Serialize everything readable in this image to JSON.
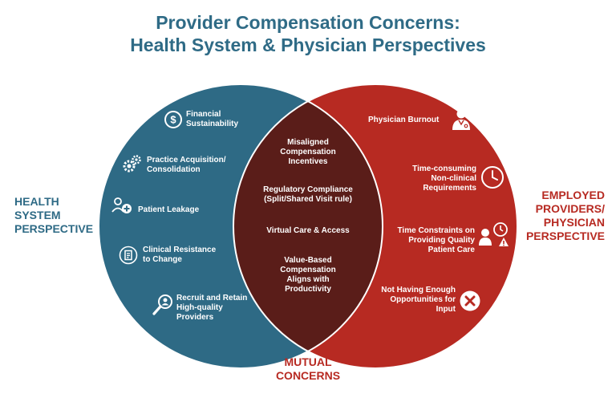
{
  "title": {
    "line1": "Provider Compensation Concerns:",
    "line2": "Health System & Physician Perspectives"
  },
  "left_circle": {
    "label": [
      "HEALTH",
      "SYSTEM",
      "PERSPECTIVE"
    ],
    "color": "#2e6a85",
    "items": [
      {
        "text": "Financial\nSustainability",
        "icon": "dollar-coin-icon"
      },
      {
        "text": "Practice Acquisition/\nConsolidation",
        "icon": "gears-icon"
      },
      {
        "text": "Patient Leakage",
        "icon": "patient-plus-icon"
      },
      {
        "text": "Clinical Resistance\nto Change",
        "icon": "clipboard-icon"
      },
      {
        "text": "Recruit and Retain\nHigh-quality\nProviders",
        "icon": "magnifier-person-icon"
      }
    ]
  },
  "overlap": {
    "label": [
      "MUTUAL",
      "CONCERNS"
    ],
    "color": "#5a1d19",
    "items": [
      "Misaligned\nCompensation\nIncentives",
      "Regulatory Compliance\n(Split/Shared Visit rule)",
      "Virtual Care & Access",
      "Value-Based\nCompensation\nAligns with\nProductivity"
    ]
  },
  "right_circle": {
    "label": [
      "EMPLOYED",
      "PROVIDERS/",
      "PHYSICIAN",
      "PERSPECTIVE"
    ],
    "color": "#b72a22",
    "items": [
      {
        "text": "Physician Burnout",
        "icon": "burnout-doctor-icon"
      },
      {
        "text": "Time-consuming\nNon-clinical\nRequirements",
        "icon": "clock-icon"
      },
      {
        "text": "Time Constraints on\nProviding Quality\nPatient Care",
        "icon": "person-clock-warning-icon"
      },
      {
        "text": "Not Having Enough\nOpportunities for\nInput",
        "icon": "x-circle-icon"
      }
    ]
  }
}
